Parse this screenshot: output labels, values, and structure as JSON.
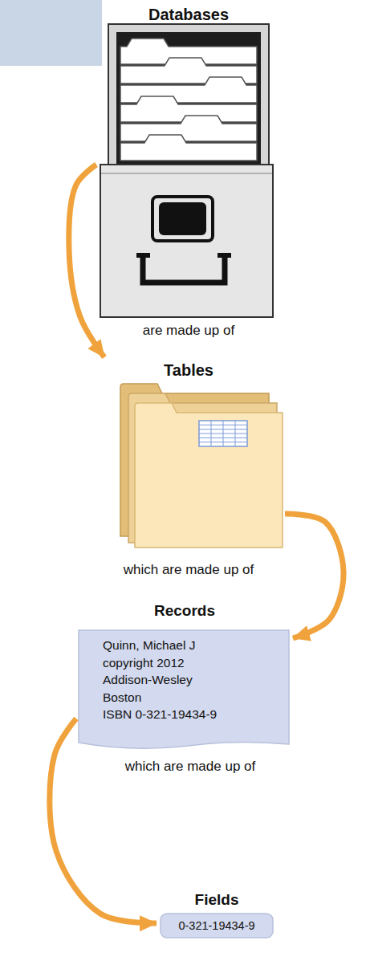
{
  "diagram": {
    "nodes": [
      {
        "text": [
          "Databases"
        ]
      },
      {
        "text": [
          "Tables"
        ]
      },
      {
        "text": [
          "Records",
          "Quinn, Michael J",
          "copyright 2012",
          "Addison-Wesley",
          "Boston",
          "ISBN 0-321-19434-9"
        ]
      },
      {
        "text": [
          "Fields",
          "0-321-19434-9"
        ]
      }
    ],
    "edges": [
      {
        "from": 0,
        "to": 1,
        "label": "are made up of",
        "arrow": "to"
      },
      {
        "from": 1,
        "to": 2,
        "label": "which are made up of",
        "arrow": "to"
      },
      {
        "from": 2,
        "to": 3,
        "label": "which are made up of",
        "arrow": "to"
      }
    ]
  }
}
